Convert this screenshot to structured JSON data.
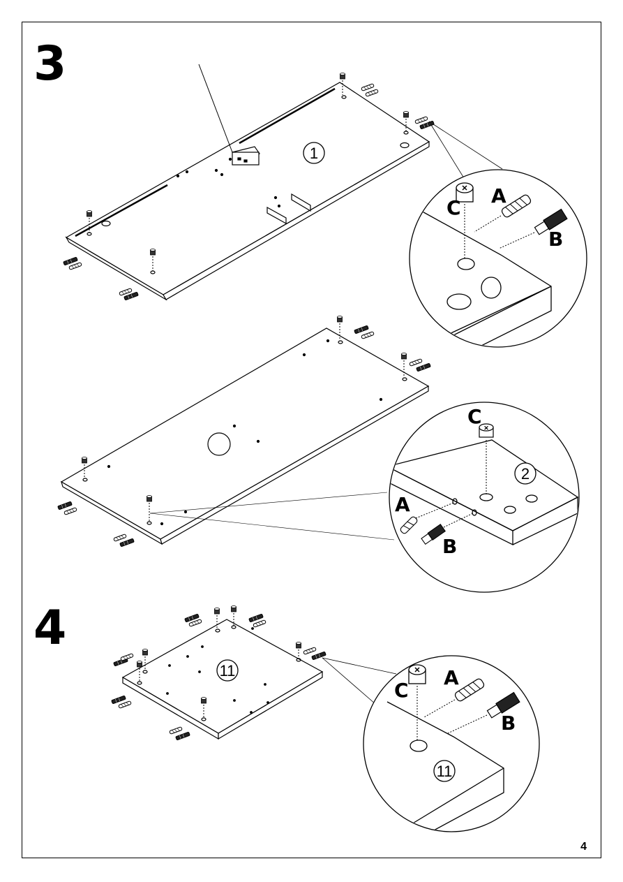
{
  "page": {
    "number": "4"
  },
  "steps": [
    {
      "number": "3"
    },
    {
      "number": "4"
    }
  ],
  "part_refs": {
    "panel_top": "1",
    "panel_mid": "2",
    "panel_small": "11"
  },
  "hardware_labels": {
    "dowel": "A",
    "cam_bolt": "B",
    "cam_lock": "C"
  },
  "colors": {
    "line": "#000000",
    "background": "#ffffff"
  }
}
